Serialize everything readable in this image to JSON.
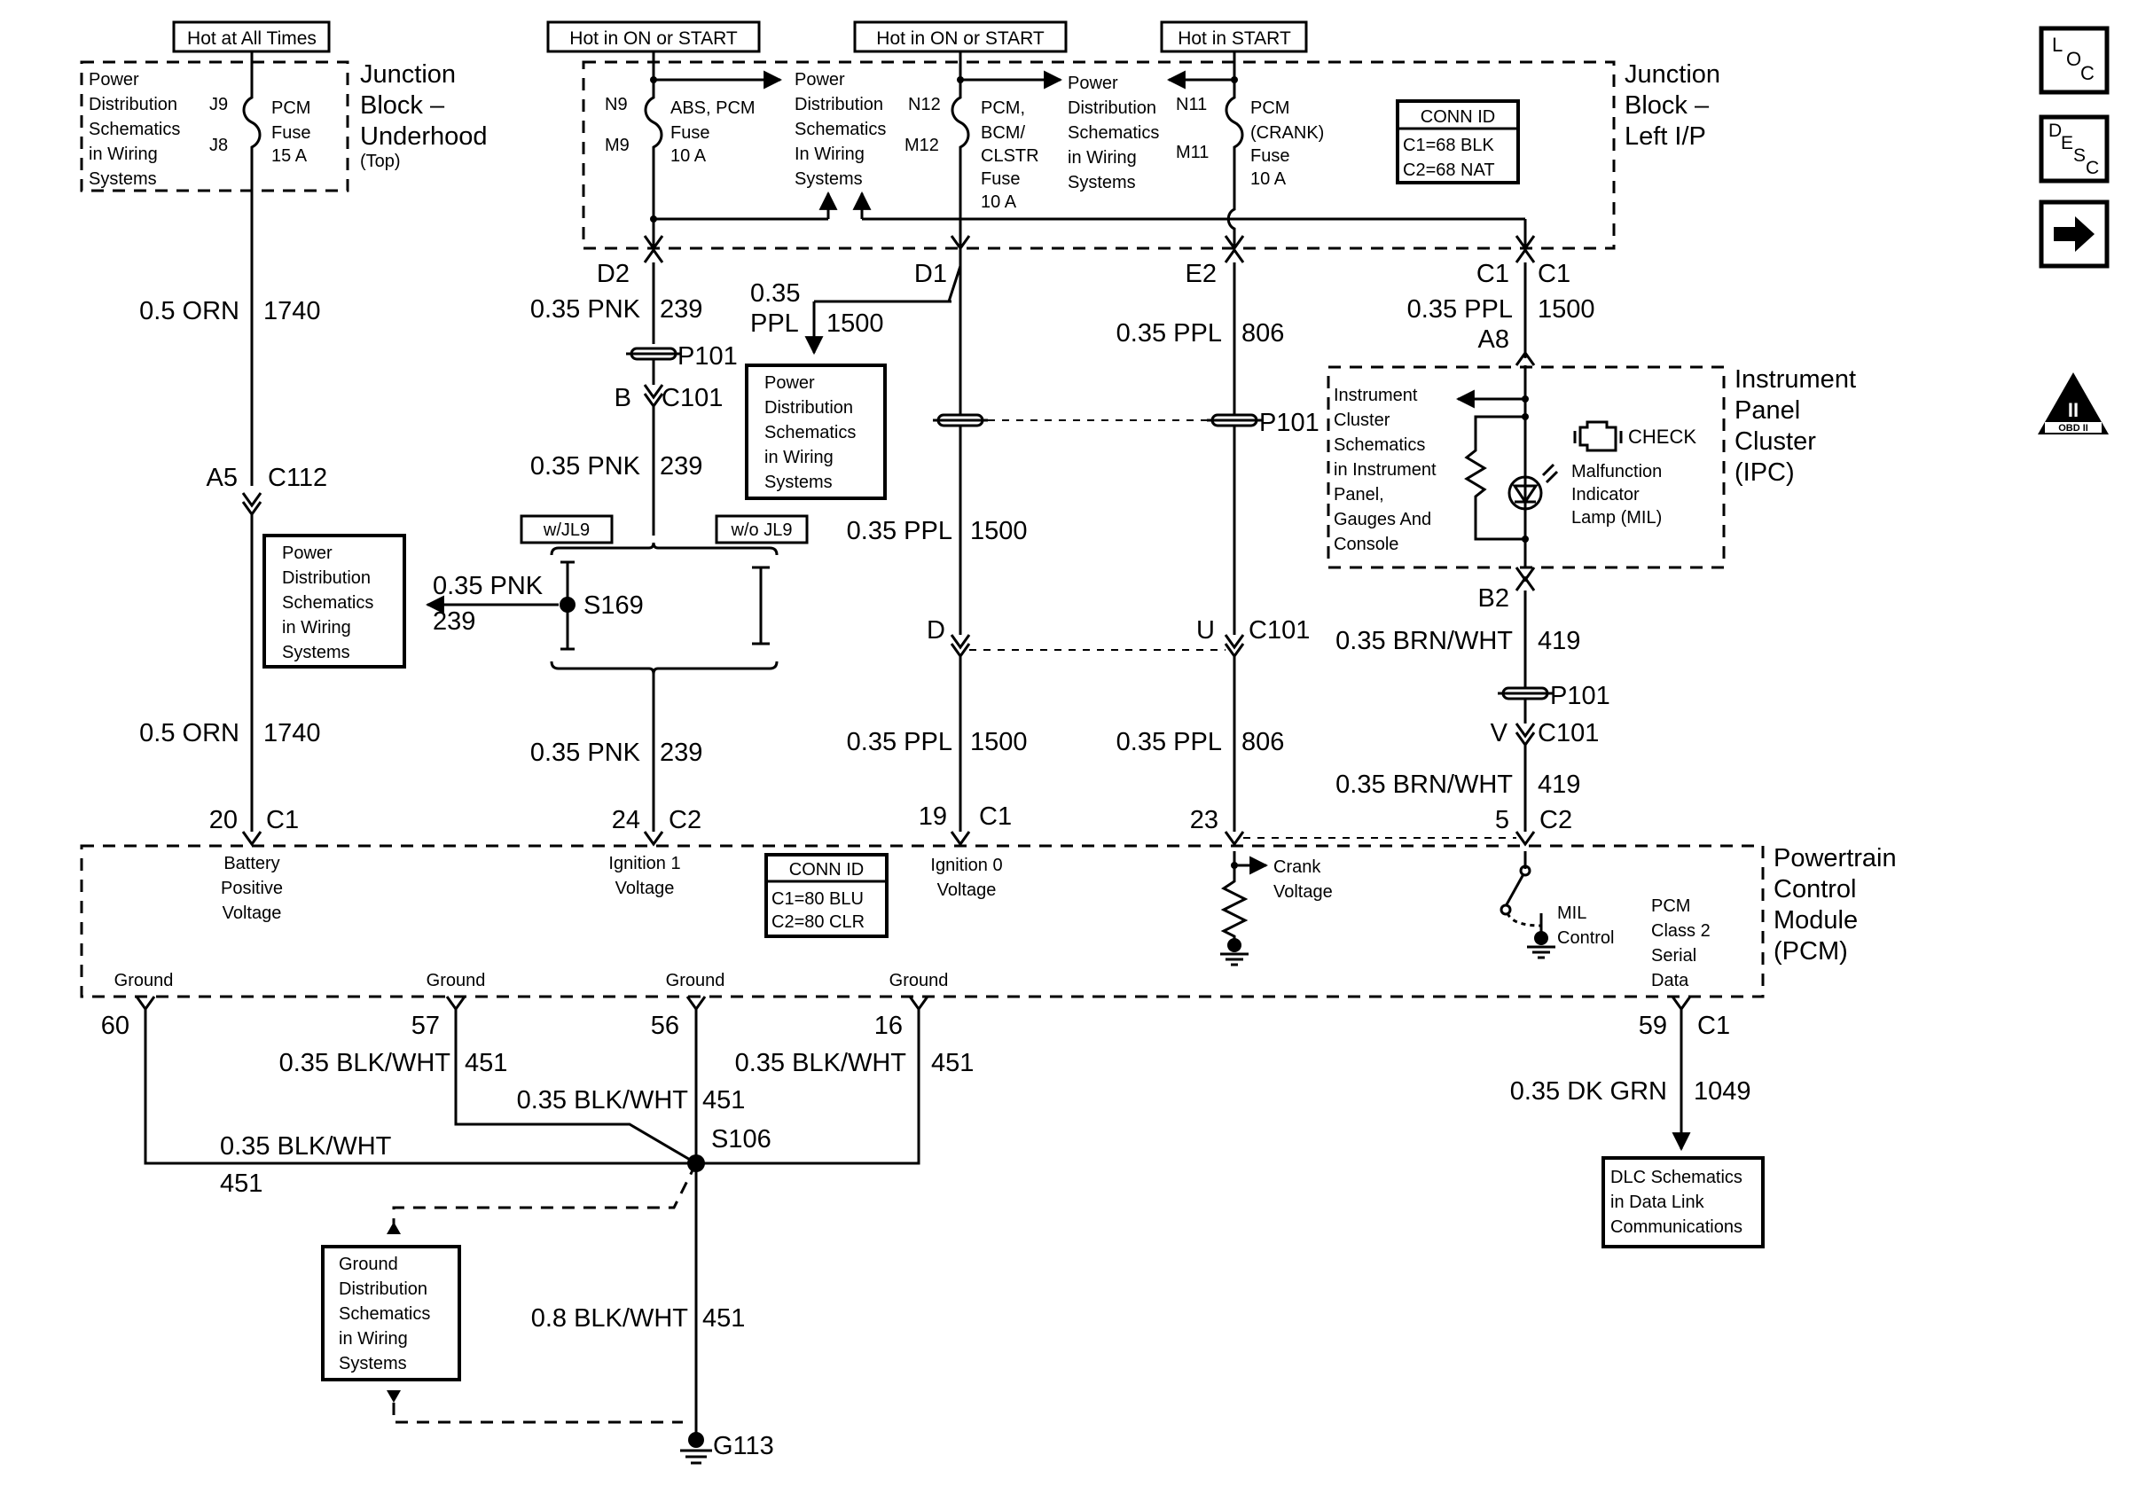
{
  "hot": {
    "at_all_times": "Hot at All Times",
    "on_or_start_1": "Hot in ON or START",
    "on_or_start_2": "Hot in ON or START",
    "in_start": "Hot in START"
  },
  "jb_underhood": {
    "title": [
      "Junction",
      "Block –",
      "Underhood"
    ],
    "sub": "(Top)",
    "ref": [
      "Power",
      "Distribution",
      "Schematics",
      "in Wiring",
      "Systems"
    ],
    "pins": [
      "J9",
      "J8"
    ],
    "fuse": [
      "PCM",
      "Fuse",
      "15 A"
    ]
  },
  "jb_left": {
    "title": [
      "Junction",
      "Block –",
      "Left I/P"
    ],
    "fuse1_pins": [
      "N9",
      "M9"
    ],
    "fuse1": [
      "ABS, PCM",
      "Fuse",
      "10 A"
    ],
    "ref1": [
      "Power",
      "Distribution",
      "Schematics",
      "In Wiring",
      "Systems"
    ],
    "fuse2_pins": [
      "N12",
      "M12"
    ],
    "fuse2": [
      "PCM,",
      "BCM/",
      "CLSTR",
      "Fuse",
      "10 A"
    ],
    "ref2": [
      "Power",
      "Distribution",
      "Schematics",
      "in Wiring",
      "Systems"
    ],
    "fuse3_pins": [
      "N11",
      "M11"
    ],
    "fuse3": [
      "PCM",
      "(CRANK)",
      "Fuse",
      "10 A"
    ],
    "conn": [
      "CONN ID",
      "C1=68 BLK",
      "C2=68 NAT"
    ]
  },
  "wires": {
    "w1740a": [
      "0.5 ORN",
      "1740"
    ],
    "w1740b": [
      "0.5 ORN",
      "1740"
    ],
    "w239a": [
      "0.35 PNK",
      "239"
    ],
    "w239b": [
      "0.35 PNK",
      "239"
    ],
    "w239c": [
      "0.35 PNK",
      "239"
    ],
    "w239s": [
      "0.35 PNK",
      "239"
    ],
    "w1500tap": [
      "0.35",
      "PPL",
      "1500"
    ],
    "w1500a": [
      "0.35 PPL",
      "1500"
    ],
    "w1500b": [
      "0.35 PPL",
      "1500"
    ],
    "w806a": [
      "0.35 PPL",
      "806"
    ],
    "w806b": [
      "0.35 PPL",
      "806"
    ],
    "w1500c1": [
      "0.35 PPL",
      "1500"
    ],
    "w419a": [
      "0.35 BRN/WHT",
      "419"
    ],
    "w419b": [
      "0.35 BRN/WHT",
      "419"
    ],
    "w451_57": [
      "0.35 BLK/WHT",
      "451"
    ],
    "w451_56": [
      "0.35 BLK/WHT",
      "451"
    ],
    "w451_16": [
      "0.35 BLK/WHT",
      "451"
    ],
    "w451_60": [
      "0.35 BLK/WHT",
      "451"
    ],
    "w451_g": [
      "0.8 BLK/WHT",
      "451"
    ],
    "w1049": [
      "0.35 DK GRN",
      "1049"
    ]
  },
  "connectors": {
    "d2": "D2",
    "d1": "D1",
    "e2": "E2",
    "c1a": "C1",
    "c1b": "C1",
    "a8": "A8",
    "p101a": "P101",
    "b": "B",
    "c101a": "C101",
    "a5": "A5",
    "c112": "C112",
    "p101b": "P101",
    "d": "D",
    "u": "U",
    "c101b": "C101",
    "b2": "B2",
    "p101c": "P101",
    "v": "V",
    "c101c": "C101",
    "s169": "S169",
    "with_jl9": "w/JL9",
    "without_jl9": "w/o JL9",
    "pin20": "20",
    "c1_20": "C1",
    "pin24": "24",
    "c2_24": "C2",
    "pin19": "19",
    "c1_19": "C1",
    "pin23": "23",
    "pin5": "5",
    "c2_5": "C2",
    "pin60": "60",
    "pin57": "57",
    "pin56": "56",
    "pin16": "16",
    "pin59": "59",
    "c1_59": "C1",
    "s106": "S106",
    "g113": "G113"
  },
  "refs": {
    "pd_tap": [
      "Power",
      "Distribution",
      "Schematics",
      "in Wiring",
      "Systems"
    ],
    "pd_s169": [
      "Power",
      "Distribution",
      "Schematics",
      "in Wiring",
      "Systems"
    ],
    "ground": [
      "Ground",
      "Distribution",
      "Schematics",
      "in Wiring",
      "Systems"
    ],
    "dlc": [
      "DLC Schematics",
      "in Data Link",
      "Communications"
    ]
  },
  "ipc": {
    "title": [
      "Instrument",
      "Panel",
      "Cluster",
      "(IPC)"
    ],
    "ref": [
      "Instrument",
      "Cluster",
      "Schematics",
      "in Instrument",
      "Panel,",
      "Gauges And",
      "Console"
    ],
    "check": "CHECK",
    "mil": [
      "Malfunction",
      "Indicator",
      "Lamp (MIL)"
    ]
  },
  "pcm": {
    "title": [
      "Powertrain",
      "Control",
      "Module",
      "(PCM)"
    ],
    "bat": [
      "Battery",
      "Positive",
      "Voltage"
    ],
    "ign1": [
      "Ignition 1",
      "Voltage"
    ],
    "ign0": [
      "Ignition 0",
      "Voltage"
    ],
    "crank": [
      "Crank",
      "Voltage"
    ],
    "mil": [
      "MIL",
      "Control"
    ],
    "serial": [
      "PCM",
      "Class 2",
      "Serial",
      "Data"
    ],
    "conn": [
      "CONN ID",
      "C1=80 BLU",
      "C2=80 CLR"
    ],
    "grounds": [
      "Ground",
      "Ground",
      "Ground",
      "Ground"
    ]
  },
  "side_icons": {
    "loc": [
      "L",
      "O",
      "C"
    ],
    "desc": [
      "D",
      "E",
      "S",
      "C"
    ],
    "obd": [
      "II",
      "OBD II"
    ],
    "icon_names": [
      "location-icon",
      "description-icon",
      "next-arrow-icon",
      "obd-ii-icon"
    ]
  }
}
